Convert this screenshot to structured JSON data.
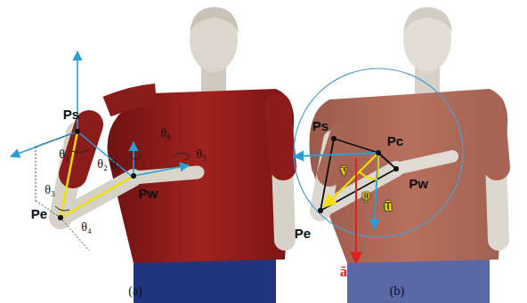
{
  "diagram": {
    "labels": [
      "Ps",
      "θ₁",
      "θ₂",
      "θ₃",
      "θ₄",
      "θ₇",
      "θ₆",
      "θ₅",
      "Pw",
      "Pe",
      "Ps",
      "Pc",
      "v̄",
      "φ",
      "Pw",
      "ū",
      "Pe",
      "ā",
      "(a)",
      "(b)"
    ]
  }
}
